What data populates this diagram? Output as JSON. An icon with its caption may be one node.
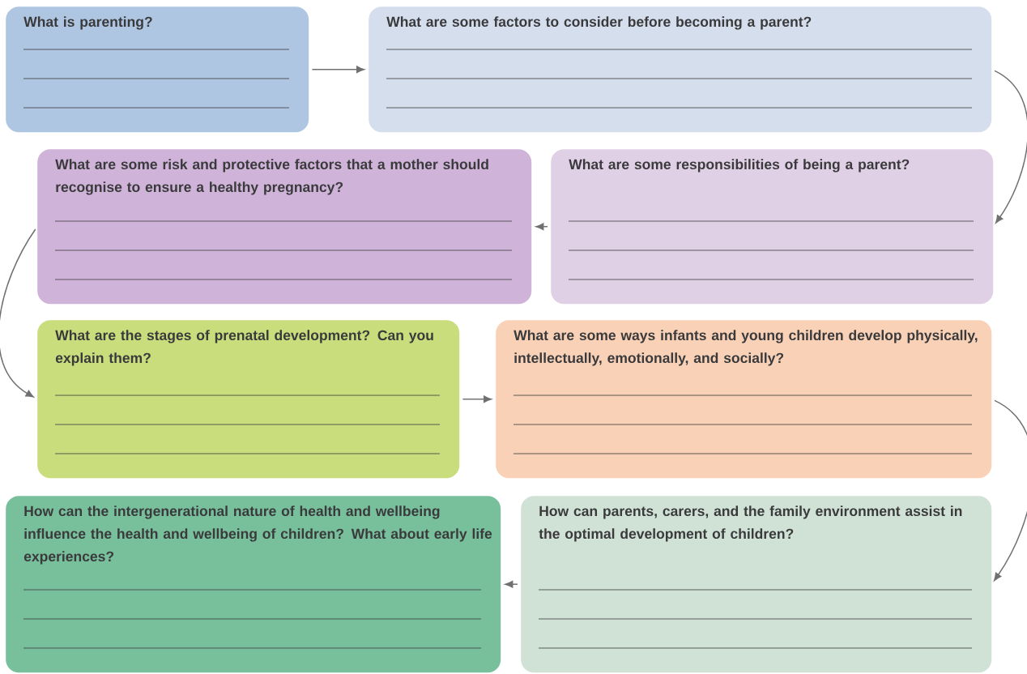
{
  "diagram": {
    "nodes": [
      {
        "text": [
          "What is parenting?"
        ]
      },
      {
        "text": [
          "What are some factors to consider before becoming a parent?"
        ]
      },
      {
        "text": [
          "What are some risk and protective factors that a mother should recognise to ensure a healthy pregnancy?"
        ]
      },
      {
        "text": [
          "What are some responsibilities of being a parent?"
        ]
      },
      {
        "text": [
          "What are the stages of prenatal development? Can you explain them?"
        ]
      },
      {
        "text": [
          "What are some ways infants and young children develop physically, intellectually, emotionally, and socially?"
        ]
      },
      {
        "text": [
          "How can the intergenerational nature of health and wellbeing influence the health and wellbeing of children? What about early life experiences?"
        ]
      },
      {
        "text": [
          "How can parents, carers, and the family environment assist in the optimal development of children?"
        ]
      }
    ],
    "edges": [
      {
        "from": 0,
        "to": 1,
        "arrow": "to"
      },
      {
        "from": 1,
        "to": 3,
        "arrow": "to"
      },
      {
        "from": 3,
        "to": 2,
        "arrow": "to"
      },
      {
        "from": 2,
        "to": 4,
        "arrow": "to"
      },
      {
        "from": 4,
        "to": 5,
        "arrow": "to"
      },
      {
        "from": 5,
        "to": 7,
        "arrow": "to"
      },
      {
        "from": 7,
        "to": 6,
        "arrow": "to"
      }
    ]
  }
}
